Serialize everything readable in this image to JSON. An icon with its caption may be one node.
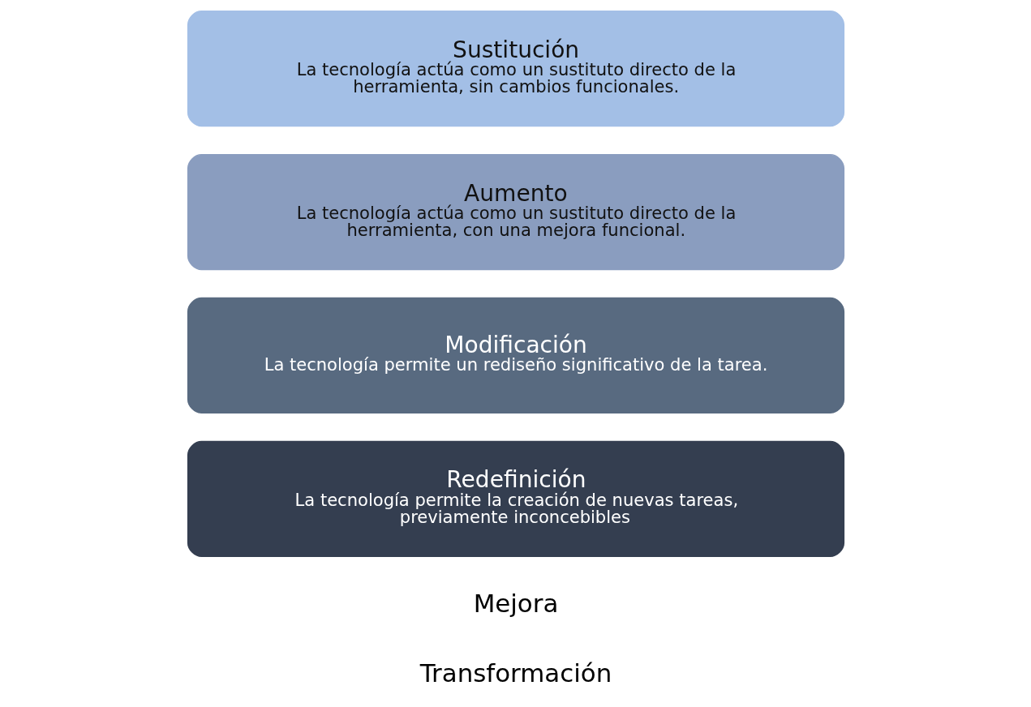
{
  "diagram": {
    "nodes": [
      {
        "text": [
          "Redefinición",
          "La tecnología permite la creación de nuevas tareas, previamente inconcebibles"
        ]
      },
      {
        "text": [
          "Modificación",
          "La tecnología permite un rediseño significativo de la tarea."
        ]
      },
      {
        "text": [
          "Aumento",
          "La tecnología actúa como un sustituto directo de la herramienta, con una mejora funcional."
        ]
      },
      {
        "text": [
          "Sustitución",
          "La tecnología actúa como un sustituto directo de la herramienta, sin cambios funcionales."
        ]
      }
    ],
    "labels": [
      "Transformación",
      "Mejora"
    ]
  }
}
